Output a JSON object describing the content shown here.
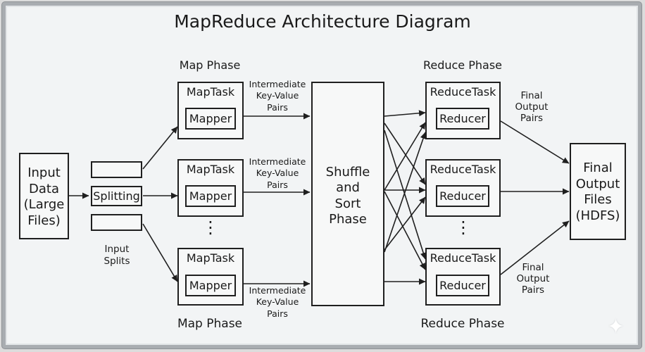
{
  "title": "MapReduce Architecture Diagram",
  "input": {
    "label": "Input\nData\n(Large\nFiles)"
  },
  "splitting": {
    "label": "Splitting"
  },
  "input_splits": {
    "label": "Input\nSplits"
  },
  "map_phase": {
    "top_label": "Map Phase",
    "bottom_label": "Map Phase"
  },
  "reduce_phase": {
    "top_label": "Reduce Phase",
    "bottom_label": "Reduce Phase"
  },
  "map_tasks": [
    {
      "title": "MapTask",
      "inner": "Mapper"
    },
    {
      "title": "MapTask",
      "inner": "Mapper"
    },
    {
      "title": "MapTask",
      "inner": "Mapper"
    }
  ],
  "intermediate_labels": [
    "Intermediate\nKey-Value\nPairs",
    "Intermediate\nKey-Value\nPairs",
    "Intermediate\nKey-Value\nPairs"
  ],
  "shuffle": {
    "label": "Shuffle\nand\nSort\nPhase"
  },
  "reduce_tasks": [
    {
      "title": "ReduceTask",
      "inner": "Reducer"
    },
    {
      "title": "ReduceTask",
      "inner": "Reducer"
    },
    {
      "title": "ReduceTask",
      "inner": "Reducer"
    }
  ],
  "final_output_pairs_labels": [
    "Final\nOutput\nPairs",
    "Final\nOutput\nPairs"
  ],
  "output": {
    "label": "Final\nOutput\nFiles\n(HDFS)"
  },
  "ellipsis": "⋮"
}
